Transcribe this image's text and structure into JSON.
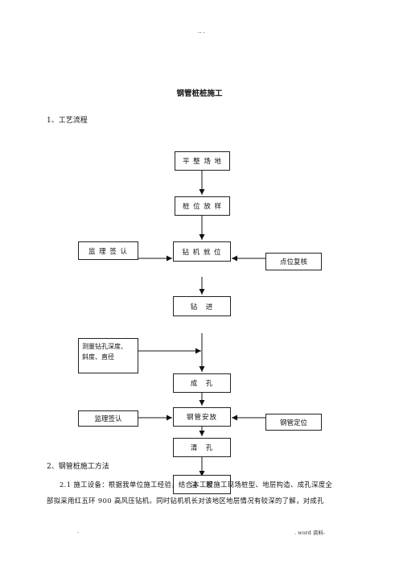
{
  "header_mark": ".. .",
  "title": "钢管桩桩施工",
  "section1": "1、工艺流程",
  "flow": {
    "step1": "平 整 场 地",
    "step2": "桩 位 放 样",
    "step3": "钻 机 就 位",
    "step4": "钻　进",
    "step5": "成　孔",
    "step6": "钢管安放",
    "step7": "清　孔",
    "step8": "注　浆",
    "left1": "监 理 签 认",
    "right1": "点位复核",
    "left2_line1": "测量钻孔深度、",
    "left2_line2": "斜度、直径",
    "left3": "监理签认",
    "right3": "钢管定位"
  },
  "section2": "2、钢管桩施工方法",
  "paragraph": {
    "line1": "2.1 施工设备：根据我单位施工经验，结合本工程施工现场桩型、地层构造、成孔深度全",
    "line2": "部拟采用红五环 900 高风压钻机。同时钻机机长对该地区地层情况有较深的了解，对成孔"
  },
  "footer": {
    "left": ".",
    "right": ". word 资料-"
  }
}
